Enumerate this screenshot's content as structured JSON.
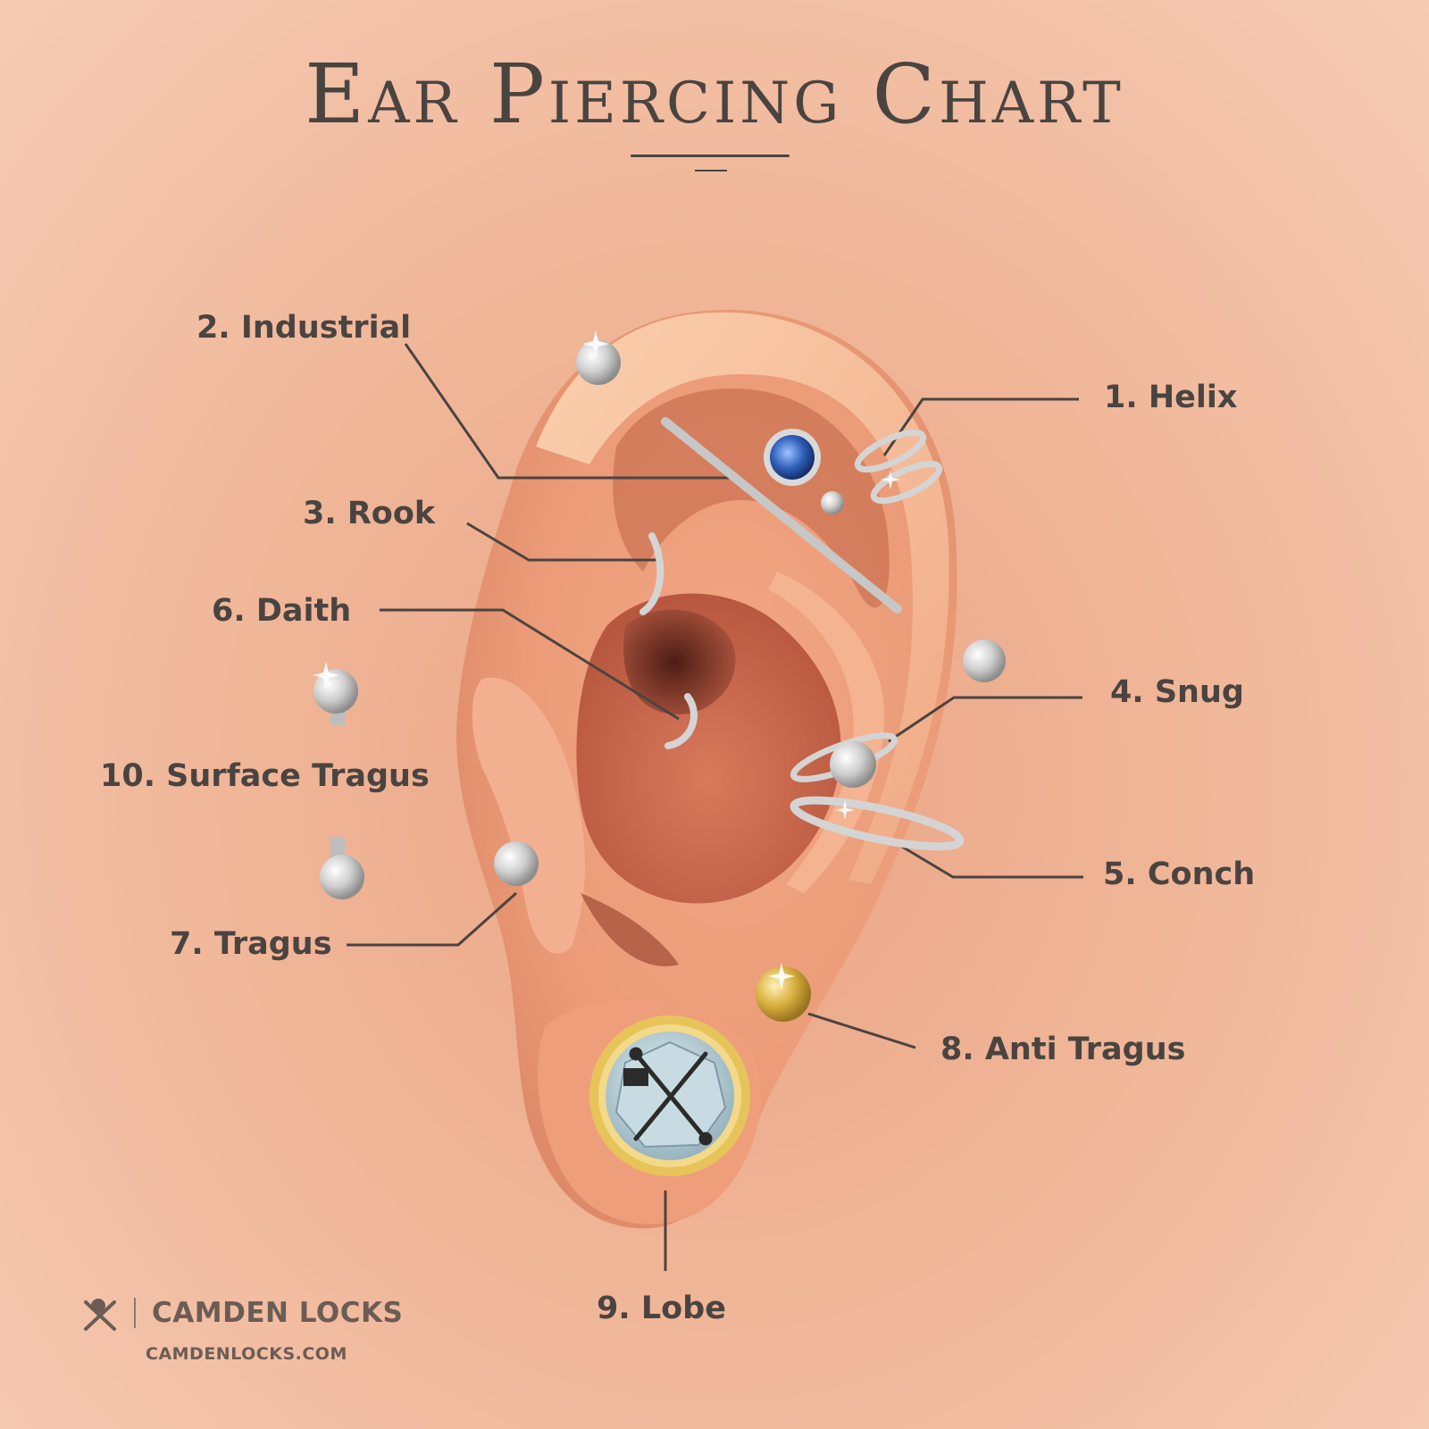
{
  "title": "Ear Piercing Chart",
  "labels": {
    "helix": "1. Helix",
    "industrial": "2. Industrial",
    "rook": "3. Rook",
    "snug": "4. Snug",
    "conch": "5. Conch",
    "daith": "6. Daith",
    "tragus": "7. Tragus",
    "anti_tragus": "8. Anti Tragus",
    "lobe": "9. Lobe",
    "surface_tragus": "10. Surface Tragus"
  },
  "brand": {
    "name": "CAMDEN LOCKS",
    "url": "CAMDENLOCKS.COM"
  },
  "colors": {
    "text": "#4a4441",
    "skin": "#eaa485",
    "metal": "#d8d8d8",
    "sapphire": "#2d5eb8",
    "gold": "#d4a93a"
  }
}
